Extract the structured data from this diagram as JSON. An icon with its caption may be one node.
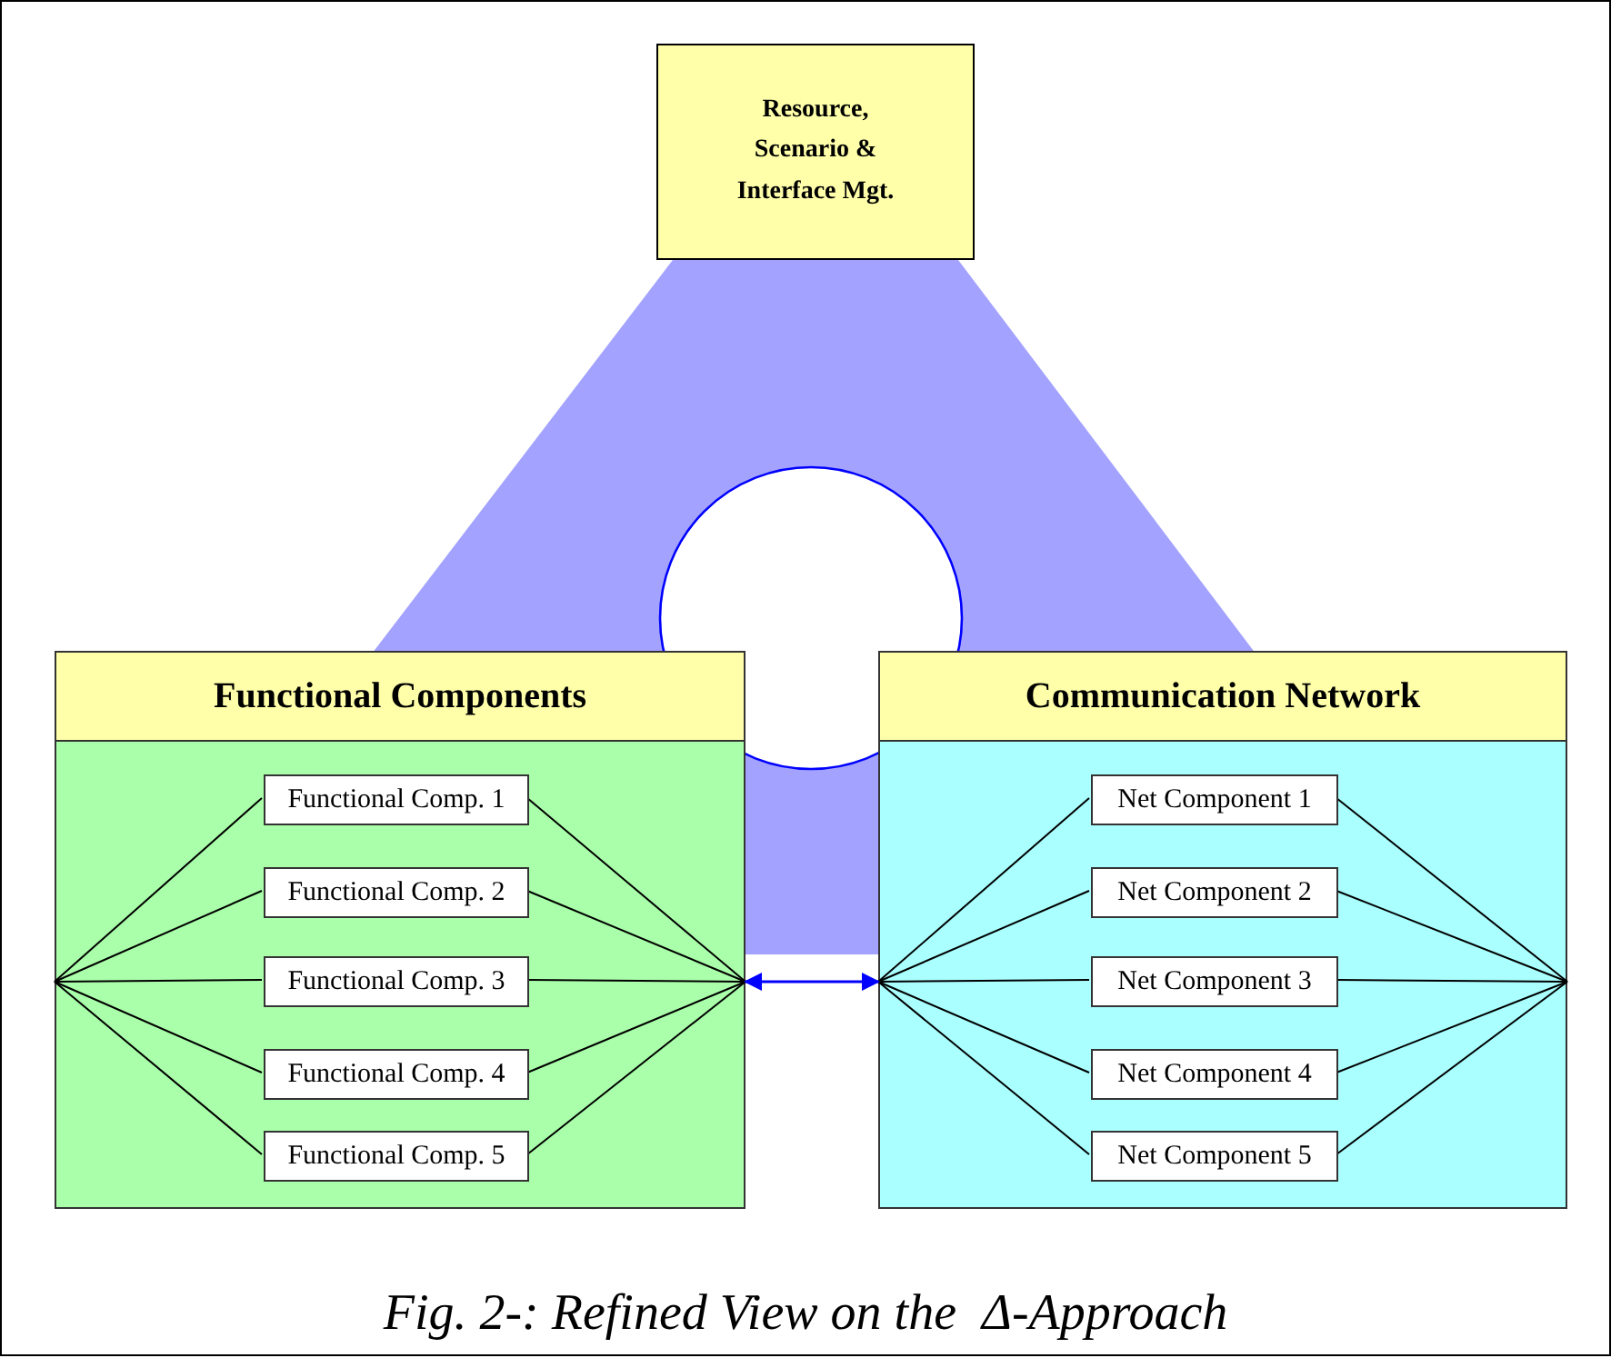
{
  "diagram": {
    "caption": "Fig. 2-: Refined View on the  Δ-Approach",
    "nodes": [
      {
        "text": [
          "Resource, Scenario & Interface Mgt."
        ]
      },
      {
        "text": [
          "Functional Components"
        ]
      },
      {
        "text": [
          "Functional Comp. 1"
        ],
        "in": 1
      },
      {
        "text": [
          "Functional Comp. 2"
        ],
        "in": 1
      },
      {
        "text": [
          "Functional Comp. 3"
        ],
        "in": 1
      },
      {
        "text": [
          "Functional Comp. 4"
        ],
        "in": 1
      },
      {
        "text": [
          "Functional Comp. 5"
        ],
        "in": 1
      },
      {
        "text": [
          "Communication Network"
        ]
      },
      {
        "text": [
          "Net Component 1"
        ],
        "in": 7
      },
      {
        "text": [
          "Net Component 2"
        ],
        "in": 7
      },
      {
        "text": [
          "Net Component 3"
        ],
        "in": 7
      },
      {
        "text": [
          "Net Component 4"
        ],
        "in": 7
      },
      {
        "text": [
          "Net Component 5"
        ],
        "in": 7
      }
    ],
    "edges": [
      {
        "from": 1,
        "to": 2,
        "arrow": "none"
      },
      {
        "from": 1,
        "to": 3,
        "arrow": "none"
      },
      {
        "from": 1,
        "to": 4,
        "arrow": "none"
      },
      {
        "from": 1,
        "to": 5,
        "arrow": "none"
      },
      {
        "from": 1,
        "to": 6,
        "arrow": "none"
      },
      {
        "from": 2,
        "to": 1,
        "arrow": "none"
      },
      {
        "from": 3,
        "to": 1,
        "arrow": "none"
      },
      {
        "from": 4,
        "to": 1,
        "arrow": "none"
      },
      {
        "from": 5,
        "to": 1,
        "arrow": "none"
      },
      {
        "from": 6,
        "to": 1,
        "arrow": "none"
      },
      {
        "from": 7,
        "to": 8,
        "arrow": "none"
      },
      {
        "from": 7,
        "to": 9,
        "arrow": "none"
      },
      {
        "from": 7,
        "to": 10,
        "arrow": "none"
      },
      {
        "from": 7,
        "to": 11,
        "arrow": "none"
      },
      {
        "from": 7,
        "to": 12,
        "arrow": "none"
      },
      {
        "from": 8,
        "to": 7,
        "arrow": "none"
      },
      {
        "from": 9,
        "to": 7,
        "arrow": "none"
      },
      {
        "from": 10,
        "to": 7,
        "arrow": "none"
      },
      {
        "from": 11,
        "to": 7,
        "arrow": "none"
      },
      {
        "from": 12,
        "to": 7,
        "arrow": "none"
      },
      {
        "from": 1,
        "to": 7,
        "arrow": "both",
        "color": "#0000ff"
      }
    ]
  }
}
